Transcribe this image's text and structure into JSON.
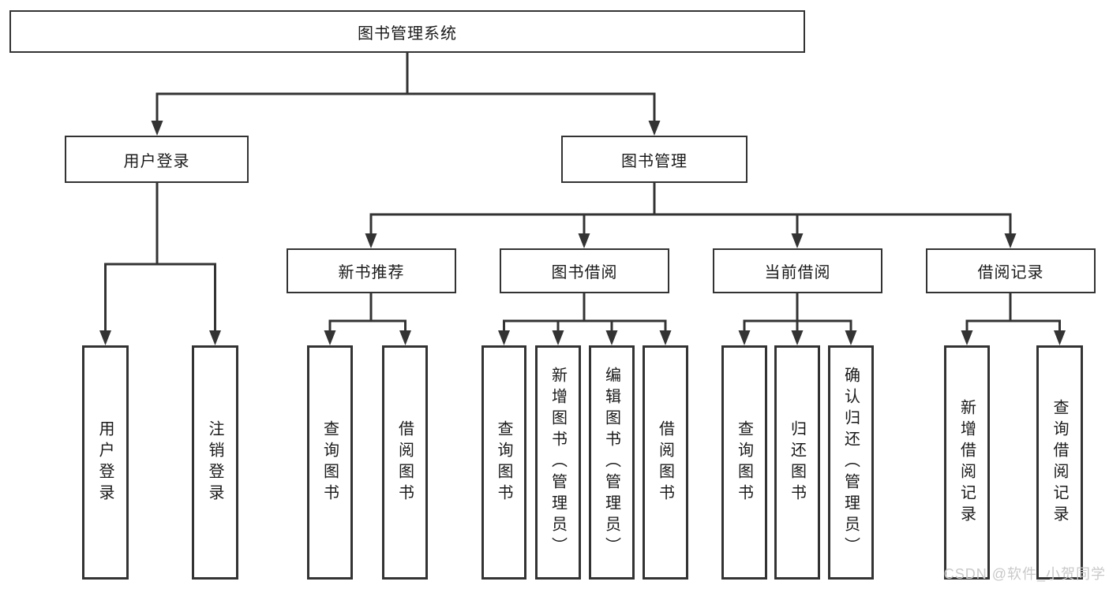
{
  "tree": {
    "root": "图书管理系统",
    "branches": [
      {
        "label": "用户登录",
        "children": [
          "用户登录",
          "注销登录"
        ]
      },
      {
        "label": "图书管理",
        "children": [
          {
            "label": "新书推荐",
            "children": [
              "查询图书",
              "借阅图书"
            ]
          },
          {
            "label": "图书借阅",
            "children": [
              "查询图书",
              "新增图书（管理员）",
              "编辑图书（管理员）",
              "借阅图书"
            ]
          },
          {
            "label": "当前借阅",
            "children": [
              "查询图书",
              "归还图书",
              "确认归还（管理员）"
            ]
          },
          {
            "label": "借阅记录",
            "children": [
              "新增借阅记录",
              "查询借阅记录"
            ]
          }
        ]
      }
    ]
  },
  "watermark": {
    "text": "CSDN @软件_小贺同学"
  },
  "colors": {
    "background": "#ffffff",
    "line": "#333333",
    "box_border": "#333333",
    "text": "#1a1a1a",
    "watermark": "#c9c9c9"
  }
}
